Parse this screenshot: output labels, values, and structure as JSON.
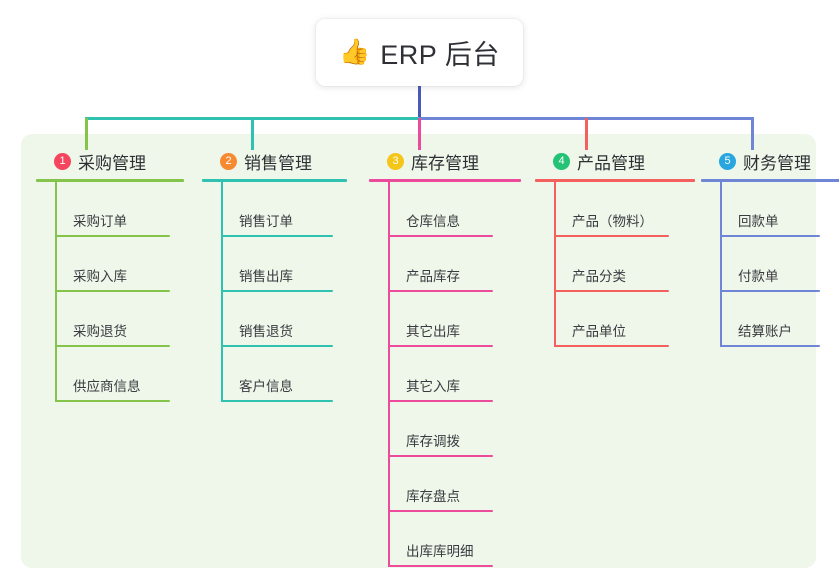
{
  "canvas": {
    "background": "#ffffff",
    "panel_color": "#eef7ea"
  },
  "root": {
    "icon": "thumbs-up-icon",
    "icon_glyph": "👍",
    "title": "ERP 后台"
  },
  "branches": [
    {
      "number": "1",
      "badge_color": "#f5455f",
      "line_color": "#84c44b",
      "title": "采购管理",
      "children": [
        "采购订单",
        "采购入库",
        "采购退货",
        "供应商信息"
      ]
    },
    {
      "number": "2",
      "badge_color": "#f58a30",
      "line_color": "#2fc2b0",
      "title": "销售管理",
      "children": [
        "销售订单",
        "销售出库",
        "销售退货",
        "客户信息"
      ]
    },
    {
      "number": "3",
      "badge_color": "#f5c518",
      "line_color": "#ec4b9b",
      "title": "库存管理",
      "children": [
        "仓库信息",
        "产品库存",
        "其它出库",
        "其它入库",
        "库存调拨",
        "库存盘点",
        "出库库明细"
      ]
    },
    {
      "number": "4",
      "badge_color": "#24c274",
      "line_color": "#f4605e",
      "title": "产品管理",
      "children": [
        "产品（物料）",
        "产品分类",
        "产品单位"
      ]
    },
    {
      "number": "5",
      "badge_color": "#27a6e0",
      "line_color": "#6f86d6",
      "title": "财务管理",
      "children": [
        "回款单",
        "付款单",
        "结算账户"
      ]
    }
  ],
  "connector": {
    "stem_color": "#4a59b8",
    "bus_left_color": "#2fc2b0",
    "bus_right_color": "#6f86d6"
  }
}
